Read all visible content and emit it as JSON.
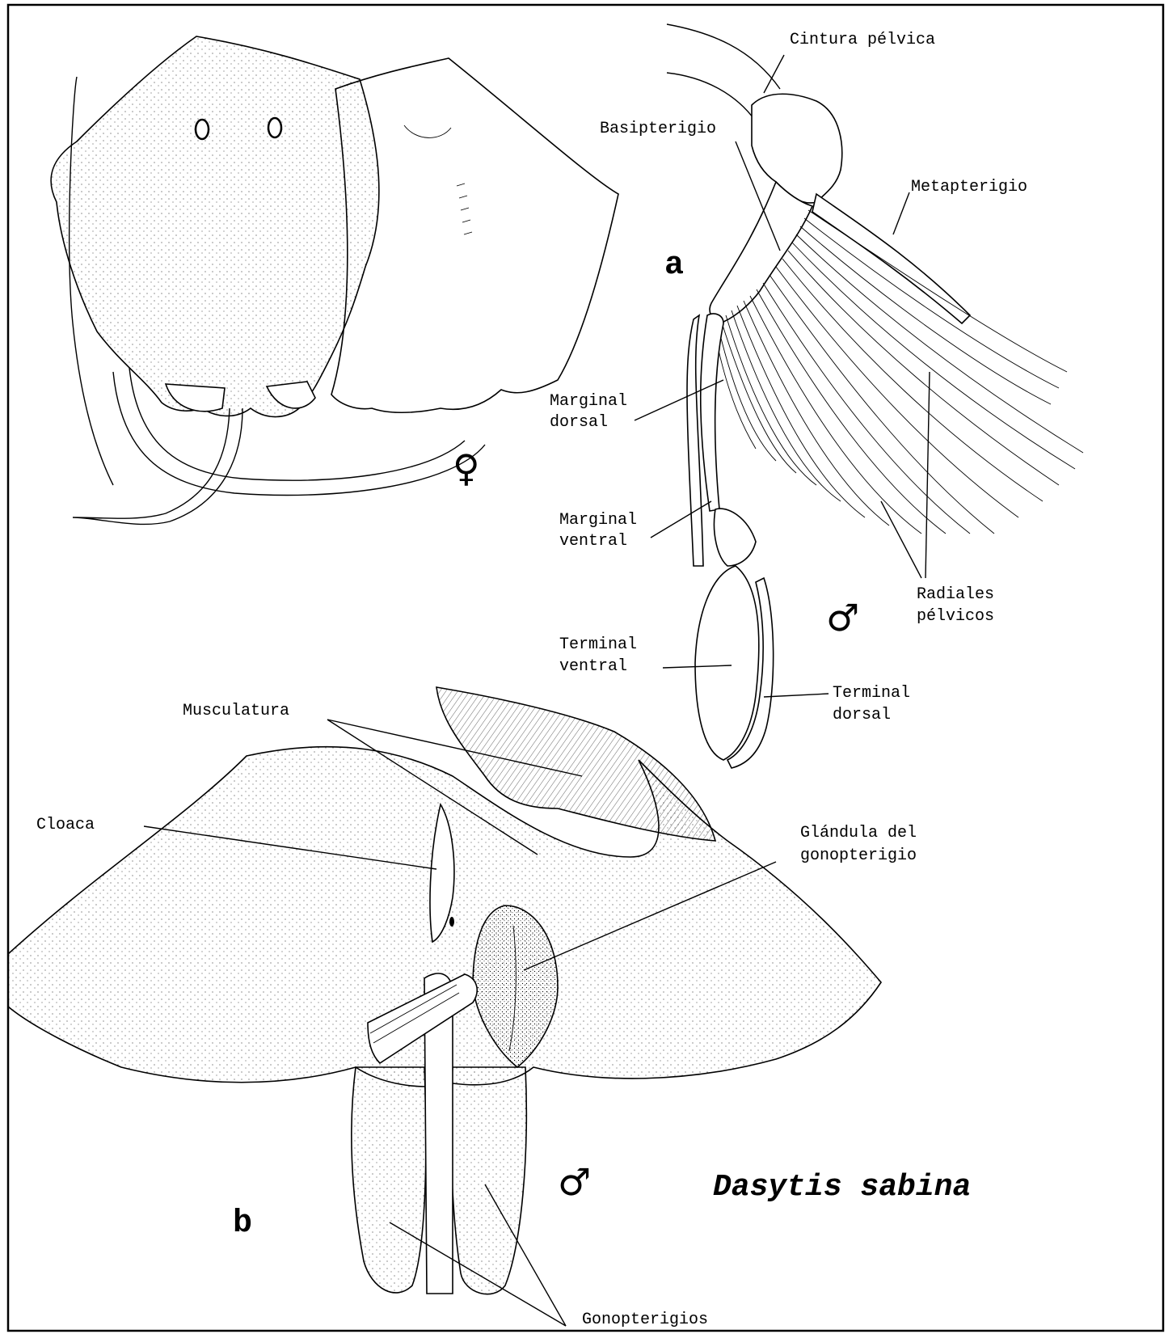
{
  "panels": {
    "a": "a",
    "b": "b"
  },
  "sex_symbols": {
    "female": "♀",
    "male_a": "♂",
    "male_b": "♂"
  },
  "species_name": "Dasytis sabina",
  "labels_a": {
    "cintura_pelvica": "Cintura pélvica",
    "basipterigio": "Basipterigio",
    "metapterigio": "Metapterigio",
    "marginal_dorsal_1": "Marginal",
    "marginal_dorsal_2": "dorsal",
    "marginal_ventral_1": "Marginal",
    "marginal_ventral_2": "ventral",
    "radiales_1": "Radiales",
    "radiales_2": "pélvicos",
    "terminal_ventral_1": "Terminal",
    "terminal_ventral_2": "ventral",
    "terminal_dorsal_1": "Terminal",
    "terminal_dorsal_2": "dorsal"
  },
  "labels_b": {
    "musculatura": "Musculatura",
    "cloaca": "Cloaca",
    "glandula_1": "Glándula del",
    "glandula_2": "gonopterigio",
    "gonopterigios": "Gonopterigios"
  }
}
